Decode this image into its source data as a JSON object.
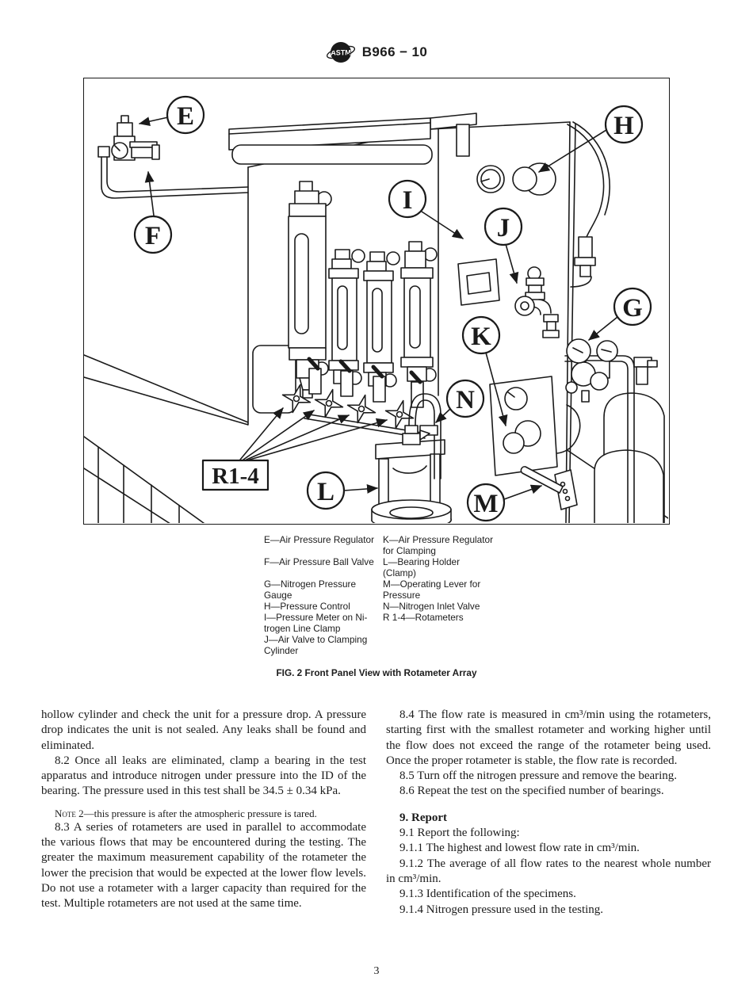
{
  "header": {
    "logo_text": "ASTM",
    "doc_number": "B966 − 10"
  },
  "figure": {
    "callouts": {
      "e": "E",
      "f": "F",
      "g": "G",
      "h": "H",
      "i": "I",
      "j": "J",
      "k": "K",
      "l": "L",
      "m": "M",
      "n": "N",
      "r": "R1-4"
    },
    "legend": {
      "rows": [
        {
          "left": "E—Air Pressure Regulator",
          "right": "K—Air Pressure Regulator\nfor Clamping"
        },
        {
          "left": "F—Air Pressure Ball Valve",
          "right": "L—Bearing Holder\n(Clamp)"
        },
        {
          "left": "G—Nitrogen Pressure\nGauge",
          "right": "M—Operating Lever for\nPressure"
        },
        {
          "left": "H—Pressure Control",
          "right": "N—Nitrogen Inlet Valve"
        },
        {
          "left": "I—Pressure Meter on Ni-\ntrogen Line Clamp",
          "right": "R 1-4—Rotameters"
        },
        {
          "left": "J—Air Valve to Clamping\nCylinder",
          "right": ""
        }
      ]
    },
    "caption": "FIG. 2 Front Panel View with Rotameter Array"
  },
  "body": {
    "left": {
      "p1": "hollow cylinder and check the unit for a pressure drop. A pressure drop indicates the unit is not sealed. Any leaks shall be found and eliminated.",
      "p2": "8.2 Once all leaks are eliminated, clamp a bearing in the test apparatus and introduce nitrogen under pressure into the ID of the bearing. The pressure used in this test shall be 34.5 ± 0.34 kPa.",
      "note_label": "Note",
      "note_text": " 2—this pressure is after the atmospheric pressure is tared.",
      "p3": "8.3 A series of rotameters are used in parallel to accommodate the various flows that may be encountered during the testing. The greater the maximum measurement capability of the rotameter the lower the precision that would be expected at the lower flow levels. Do not use a rotameter with a larger capacity than required for the test. Multiple rotameters are not used at the same time."
    },
    "right": {
      "p_84": "8.4 The flow rate is measured in cm³/min using the rotameters, starting first with the smallest rotameter and working higher until the flow does not exceed the range of the rotameter being used. Once the proper rotameter is stable, the flow rate is recorded.",
      "p_85": "8.5 Turn off the nitrogen pressure and remove the bearing.",
      "p_86": "8.6 Repeat the test on the specified number of bearings.",
      "heading_9": "9. Report",
      "p_91": "9.1 Report the following:",
      "p_911": "9.1.1 The highest and lowest flow rate in cm³/min.",
      "p_912": "9.1.2 The average of all flow rates to the nearest whole number in cm³/min.",
      "p_913": "9.1.3 Identification of the specimens.",
      "p_914": "9.1.4 Nitrogen pressure used in the testing."
    }
  },
  "footer": {
    "page_number": "3"
  }
}
